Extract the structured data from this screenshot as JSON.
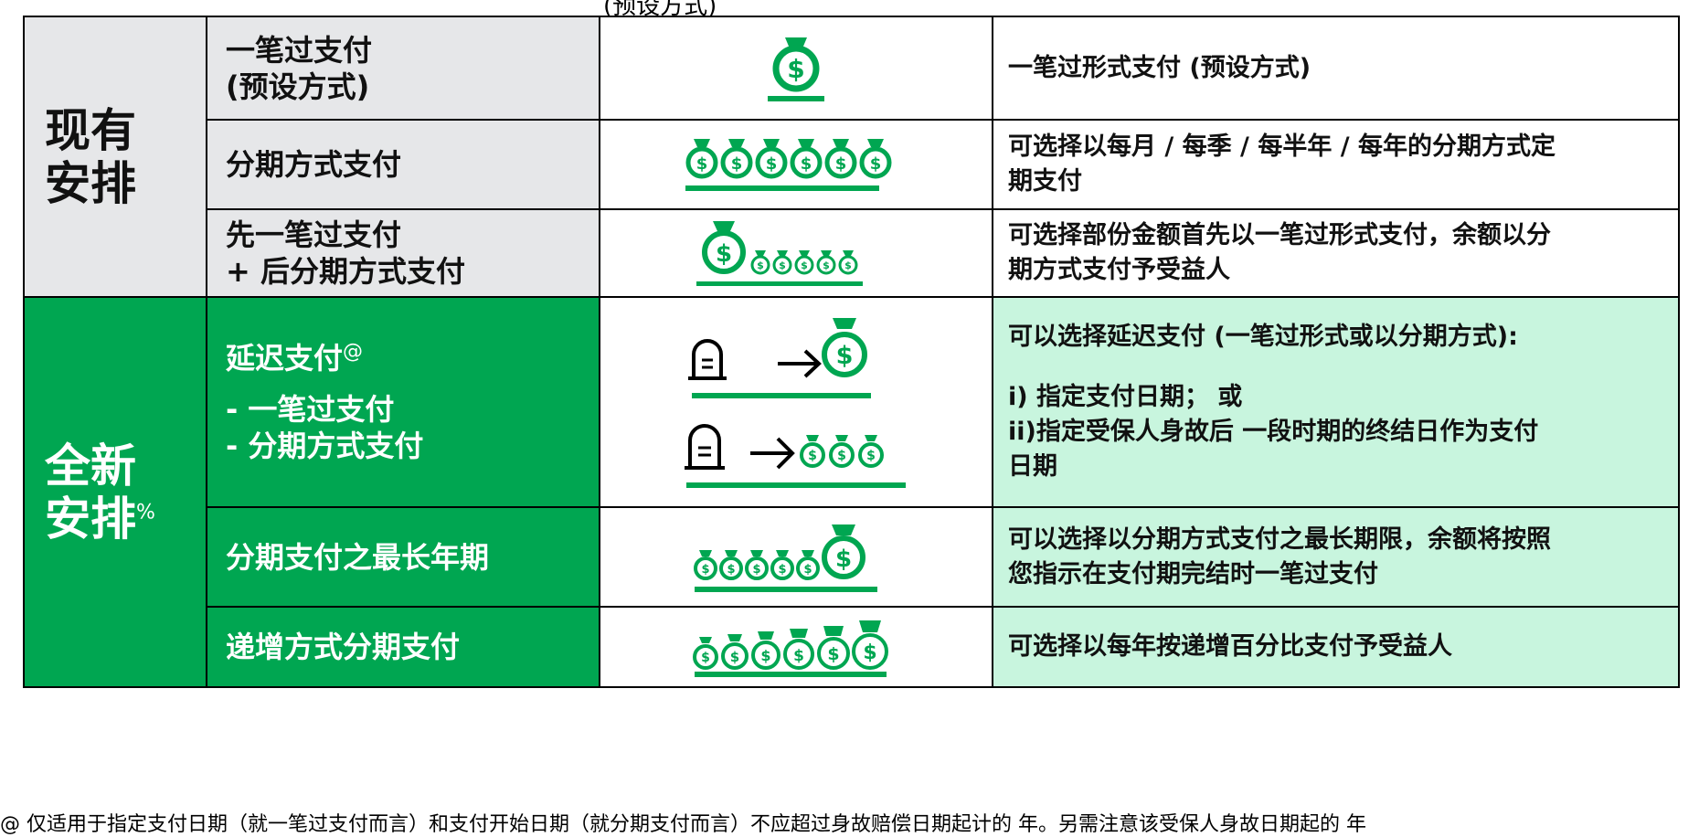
{
  "colors": {
    "green": "#00a651",
    "light_green": "#c8f5de",
    "grey": "#e6e7e9",
    "border": "#000000"
  },
  "groups": {
    "current": [
      "现有",
      "安排"
    ],
    "new": [
      "全新",
      "安排"
    ],
    "new_sup": "%"
  },
  "rows": [
    {
      "name_lines": [
        "一笔过支付",
        "(预设方式)"
      ],
      "icon": "single-money-bag-icon",
      "desc_lines": [
        "一笔过形式支付 (预设方式)"
      ]
    },
    {
      "name_lines": [
        "分期方式支付"
      ],
      "icon": "six-money-bags-icon",
      "desc_lines": [
        "可选择以每月 / 每季 / 每半年 / 每年的分期方式定",
        "期支付"
      ]
    },
    {
      "name_lines": [
        "先一笔过支付",
        "+ 后分期方式支付"
      ],
      "icon": "large-bag-plus-small-bags-icon",
      "desc_lines": [
        "可选择部份金额首先以一笔过形式支付，余额以分",
        "期方式支付予受益人"
      ]
    },
    {
      "name_title": "延迟支付",
      "name_sup": "@",
      "name_lines": [
        "- 一笔过支付",
        "- 分期方式支付"
      ],
      "icon": "tombstone-arrow-money-icon",
      "desc_title": "可以选择延迟支付 (一笔过形式或以分期方式):",
      "desc_lines": [
        "i) 指定支付日期； 或",
        "ii)指定受保人身故后 一段时期的终结日作为支付",
        "日期"
      ]
    },
    {
      "name_lines": [
        "分期支付之最长年期"
      ],
      "icon": "small-bags-then-large-bag-icon",
      "desc_lines": [
        "可以选择以分期方式支付之最长期限，余额将按照",
        "您指示在支付期完结时一笔过支付"
      ]
    },
    {
      "name_lines": [
        "递增方式分期支付"
      ],
      "icon": "increasing-bags-icon",
      "desc_lines": [
        "可选择以每年按递增百分比支付予受益人"
      ]
    }
  ],
  "top_clip": "(预设方式)",
  "footer": "@ 仅适用于指定支付日期（就一笔过支付而言）和支付开始日期（就分期支付而言）不应超过身故赔偿日期起计的    年。另需注意该受保人身故日期起的    年"
}
